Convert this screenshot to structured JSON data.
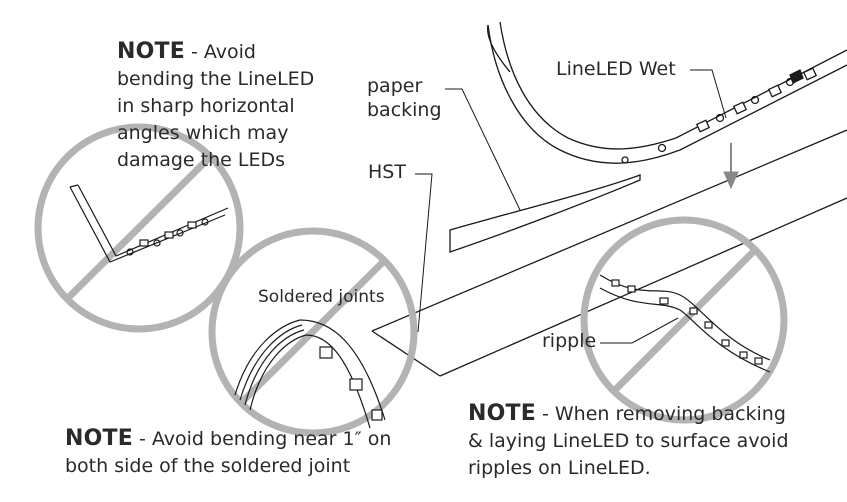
{
  "notes": {
    "top_left": {
      "head": "NOTE",
      "lines": [
        " - Avoid",
        "bending the LineLED",
        "in sharp horizontal",
        "angles which may",
        "damage the LEDs"
      ]
    },
    "bottom_left": {
      "head": "NOTE",
      "lines": [
        " - Avoid bending near 1″ on",
        "both side of the soldered joint"
      ]
    },
    "bottom_right": {
      "head": "NOTE",
      "lines": [
        " - When removing backing",
        "& laying LineLED to surface avoid",
        "ripples on LineLED."
      ]
    }
  },
  "labels": {
    "paper_backing_line1": "paper",
    "paper_backing_line2": "backing",
    "hst": "HST",
    "lineled_wet": "LineLED Wet",
    "soldered_joints": "Soldered joints",
    "ripple": "ripple"
  },
  "colors": {
    "prohibit": "#b3b3b3",
    "stroke": "#1a1a1a"
  }
}
